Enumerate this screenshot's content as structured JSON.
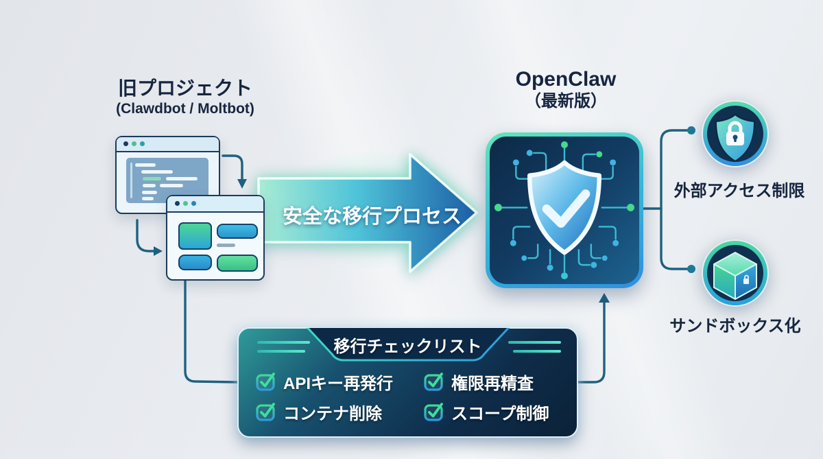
{
  "diagram": {
    "old_project": {
      "title": "旧プロジェクト",
      "subtitle": "(Clawdbot / Moltbot)"
    },
    "arrow_label": "安全な移行プロセス",
    "openclaw": {
      "title": "OpenClaw",
      "subtitle": "（最新版）"
    },
    "features": [
      {
        "icon": "shield-lock-icon",
        "label": "外部アクセス制限"
      },
      {
        "icon": "sandbox-cube-icon",
        "label": "サンドボックス化"
      }
    ],
    "checklist": {
      "title": "移行チェックリスト",
      "items": [
        {
          "label": "APIキー再発行",
          "checked": true
        },
        {
          "label": "権限再精査",
          "checked": true
        },
        {
          "label": "コンテナ削除",
          "checked": true
        },
        {
          "label": "スコープ制御",
          "checked": true
        }
      ]
    },
    "colors": {
      "accent_green": "#4fdc9f",
      "accent_teal": "#35b8d8",
      "accent_blue": "#2f8fe0",
      "navy": "#0d2b4a",
      "connector_line": "#1f6180",
      "panel_teal": "#2f9b99",
      "text_dark": "#16253f",
      "text_light": "#ffffff"
    }
  }
}
